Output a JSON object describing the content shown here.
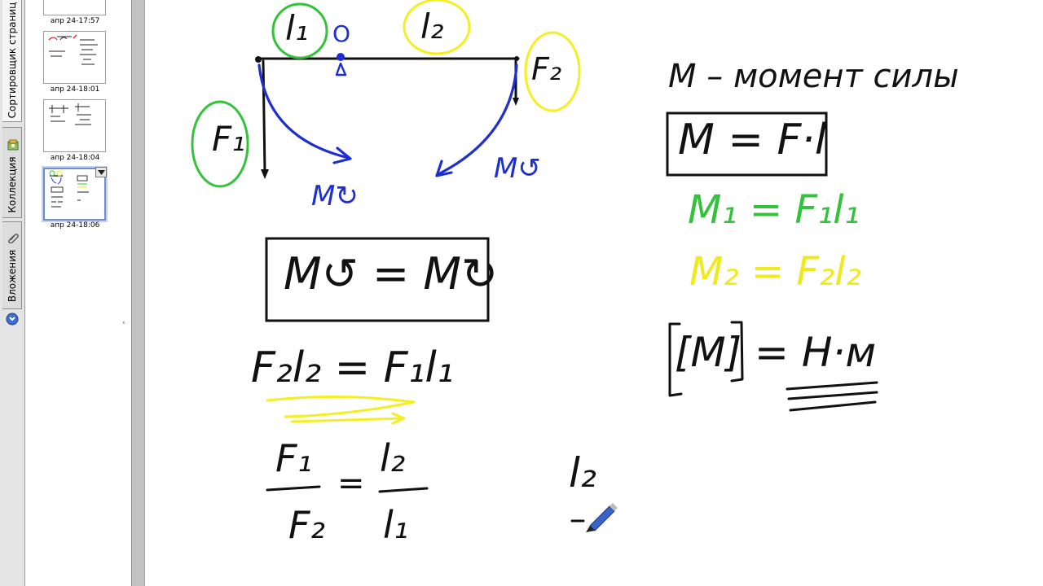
{
  "tabs": {
    "page_sorter": "Сортировщик страниц",
    "gallery": "Коллекция",
    "attachments": "Вложения"
  },
  "thumbnails": [
    {
      "timestamp": "апр 24-17:57",
      "selected": false
    },
    {
      "timestamp": "апр 24-18:01",
      "selected": false
    },
    {
      "timestamp": "апр 24-18:04",
      "selected": false
    },
    {
      "timestamp": "апр 24-18:06",
      "selected": true
    }
  ],
  "collapse_marker": "‹",
  "board": {
    "lever": {
      "arm1_label": "l₁",
      "arm2_label": "l₂",
      "pivot_label": "O",
      "force1_label": "F₁",
      "force2_label": "F₂",
      "moment1_label": "M↻",
      "moment2_label": "M↺"
    },
    "equality_box": "M↺ = M↻",
    "equation1": "F₂l₂ = F₁l₁",
    "ratio_lhs_num": "F₁",
    "ratio_lhs_den": "F₂",
    "ratio_eq": "=",
    "ratio_rhs_num": "l₂",
    "ratio_rhs_den": "l₁",
    "stray": "l₂",
    "definition": "M – момент силы",
    "formula_box": "M = F·l",
    "moment1_formula": "M₁ = F₁l₁",
    "moment2_formula": "M₂ = F₂l₂",
    "unit": "[M] = Н·м"
  },
  "colors": {
    "ink_black": "#111111",
    "ink_blue": "#1d2fd0",
    "ink_green": "#33c33a",
    "ink_yellow": "#f3ef22",
    "selection_blue": "#6f8ccc"
  },
  "icons": [
    "gallery-tab-icon",
    "paperclip-icon",
    "properties-icon",
    "dropdown-arrow-icon",
    "pen-cursor-icon"
  ]
}
